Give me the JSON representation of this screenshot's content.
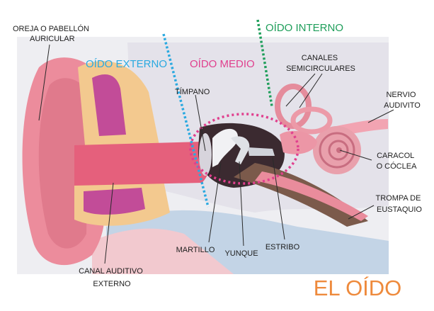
{
  "title": "EL OÍDO",
  "sections": {
    "external": "OÍDO EXTERNO",
    "middle": "OÍDO MEDIO",
    "internal": "OÍDO INTERNO"
  },
  "labels": {
    "pinna_line1": "OREJA O PABELLÓN",
    "pinna_line2": "AURICULAR",
    "tympanum": "TÍMPANO",
    "canals_line1": "CANALES",
    "canals_line2": "SEMICIRCULARES",
    "nerve_line1": "NERVIO",
    "nerve_line2": "AUDIVITO",
    "cochlea_line1": "CARACOL",
    "cochlea_line2": "O CÓCLEA",
    "eustachian_line1": "TROMPA DE",
    "eustachian_line2": "EUSTAQUIO",
    "malleus": "MARTILLO",
    "incus": "YUNQUE",
    "stapes": "ESTRIBO",
    "canal_line1": "CANAL AUDITIVO",
    "canal_line2": "EXTERNO"
  },
  "colors": {
    "external": "#2aa9e0",
    "middle": "#e0408e",
    "internal": "#1e9e5a",
    "title": "#ee8a3c"
  }
}
